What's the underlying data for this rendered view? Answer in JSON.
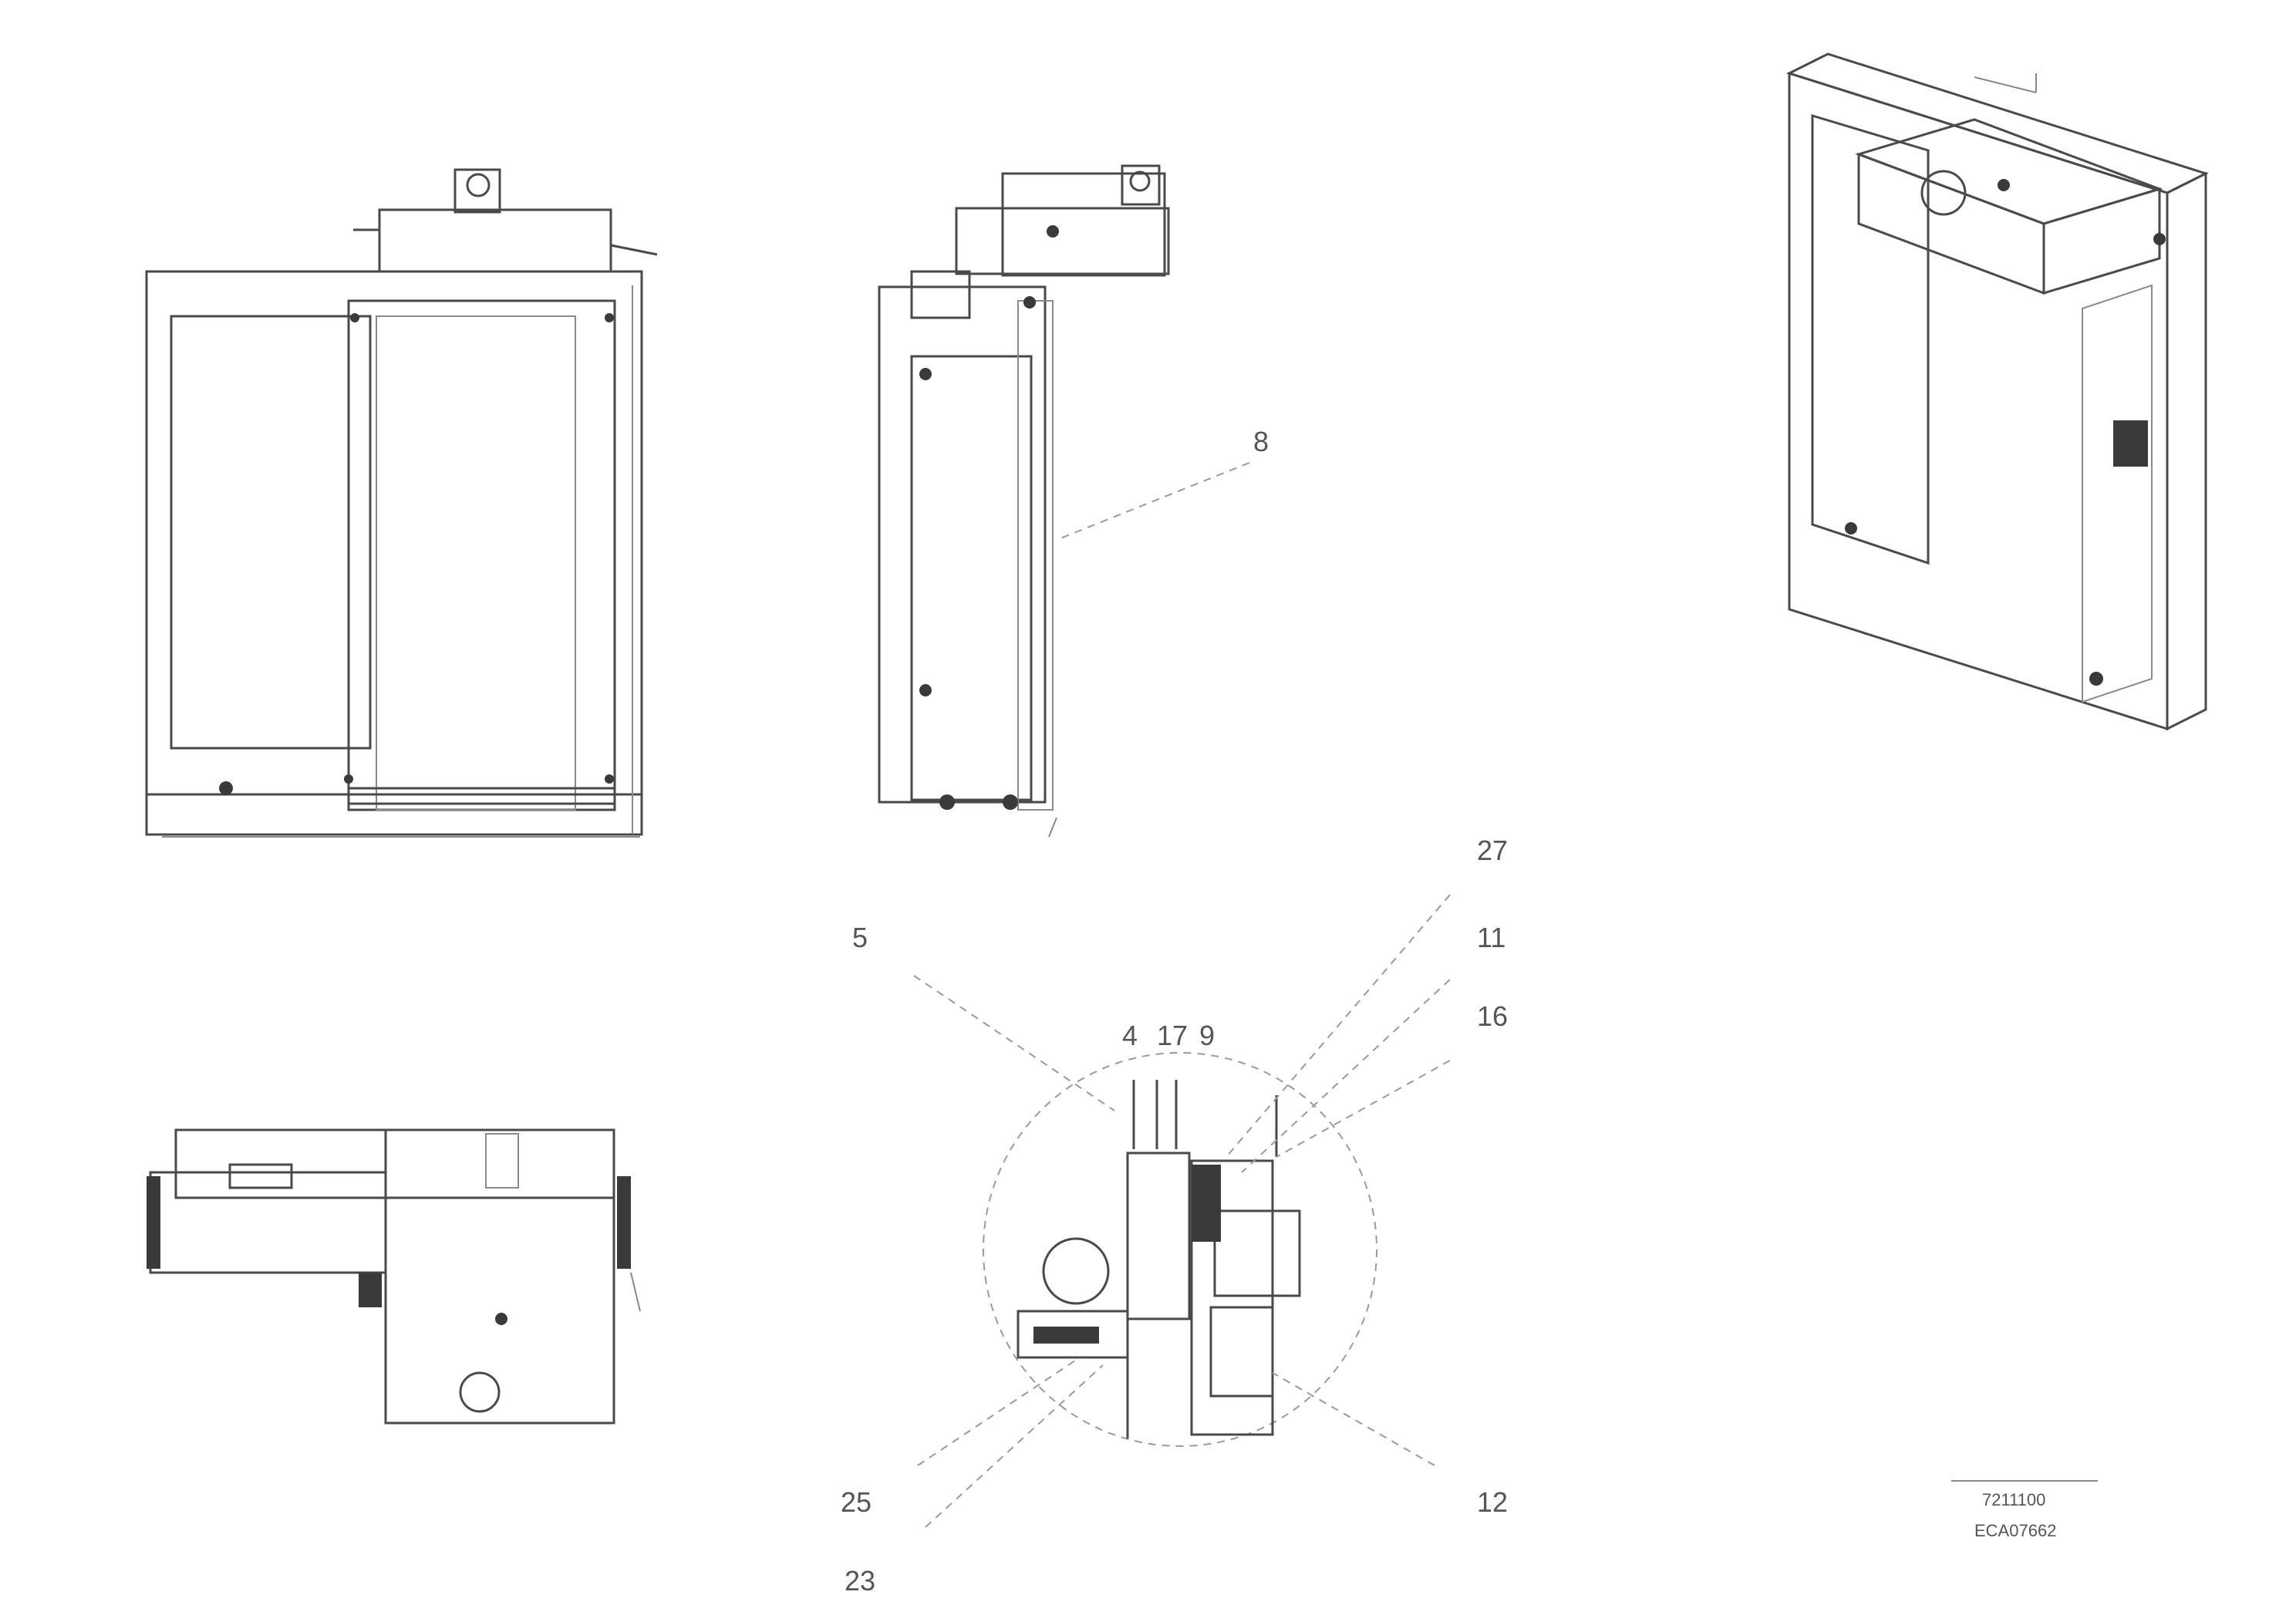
{
  "callouts": {
    "c_n1": "8",
    "c_a": "5",
    "c_27": "27",
    "c_b": "11",
    "c_c": "16",
    "c_d": "4",
    "c_e": "17",
    "c_f": "9",
    "c_25": "25",
    "c_23": "23",
    "c_g": "12"
  },
  "reference": {
    "line1": "7211100",
    "line2": "ECA07662"
  }
}
